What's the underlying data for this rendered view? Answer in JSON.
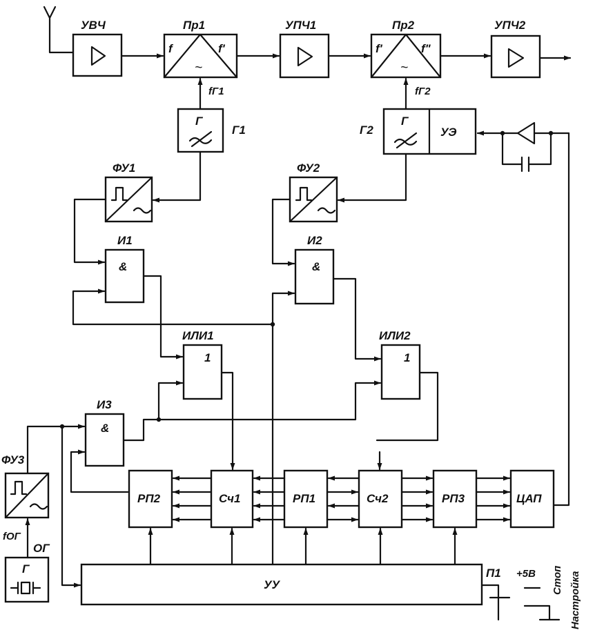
{
  "blocks": {
    "uvch": "УВЧ",
    "pr1": "Пр1",
    "upch1": "УПЧ1",
    "pr2": "Пр2",
    "upch2": "УПЧ2",
    "g1": "Г1",
    "g2": "Г2",
    "ue": "УЭ",
    "fu1": "ФУ1",
    "fu2": "ФУ2",
    "fu3": "ФУ3",
    "i1": "И1",
    "i2": "И2",
    "i3": "И3",
    "ili1": "ИЛИ1",
    "ili2": "ИЛИ2",
    "rp1": "РП1",
    "rp2": "РП2",
    "rp3": "РП3",
    "sch1": "Сч1",
    "sch2": "Сч2",
    "cap": "ЦАП",
    "uu": "УУ",
    "og": "ОГ",
    "p1": "П1"
  },
  "symbols": {
    "and": "&",
    "or": "1",
    "gen": "Г",
    "f_in": "f",
    "f_mid": "f'",
    "f_out": "f\"",
    "tilde": "~"
  },
  "signals": {
    "fg1": "fГ1",
    "fg2": "fГ2",
    "fog": "fОГ"
  },
  "switch": {
    "voltage": "+5В",
    "stop": "Стоп",
    "tune": "Настройка"
  }
}
